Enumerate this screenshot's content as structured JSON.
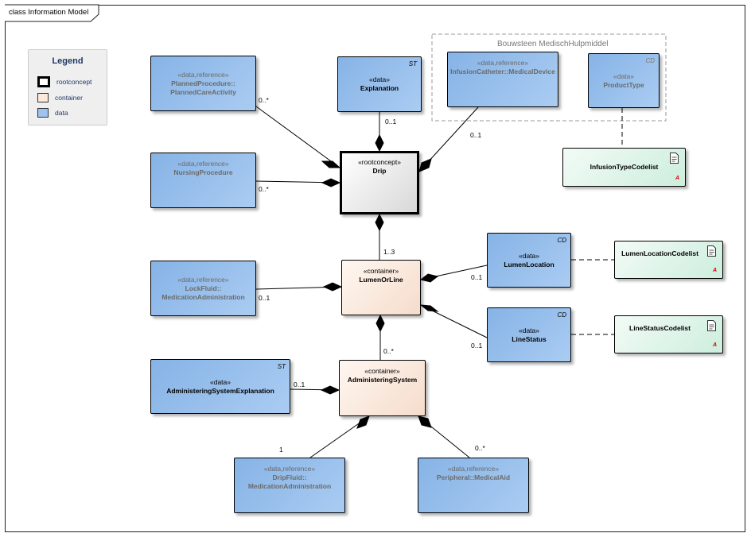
{
  "diagram": {
    "title": "class Information Model",
    "package_title": "Bouwsteen MedischHulpmiddel"
  },
  "legend": {
    "title": "Legend",
    "items": [
      {
        "label": "rootconcept"
      },
      {
        "label": "container"
      },
      {
        "label": "data"
      }
    ]
  },
  "nodes": {
    "planned_procedure": {
      "stereotype": "«data,reference»",
      "name_line1": "PlannedProcedure::",
      "name_line2": "PlannedCareActivity"
    },
    "explanation": {
      "stereotype": "«data»",
      "name": "Explanation",
      "tag": "ST"
    },
    "infusion_catheter": {
      "stereotype": "«data,reference»",
      "name": "InfusionCatheter::MedicalDevice"
    },
    "product_type": {
      "stereotype": "«data»",
      "name": "ProductType",
      "tag": "CD"
    },
    "nursing_procedure": {
      "stereotype": "«data,reference»",
      "name": "NursingProcedure"
    },
    "drip": {
      "stereotype": "«rootconcept»",
      "name": "Drip"
    },
    "infusion_type_codelist": {
      "name": "InfusionTypeCodelist"
    },
    "lock_fluid": {
      "stereotype": "«data,reference»",
      "name_line1": "LockFluid::",
      "name_line2": "MedicationAdministration"
    },
    "lumen_or_line": {
      "stereotype": "«container»",
      "name": "LumenOrLine"
    },
    "lumen_location": {
      "stereotype": "«data»",
      "name": "LumenLocation",
      "tag": "CD"
    },
    "lumen_location_codelist": {
      "name": "LumenLocationCodelist"
    },
    "line_status": {
      "stereotype": "«data»",
      "name": "LineStatus",
      "tag": "CD"
    },
    "line_status_codelist": {
      "name": "LineStatusCodelist"
    },
    "administering_system_explanation": {
      "stereotype": "«data»",
      "name": "AdministeringSystemExplanation",
      "tag": "ST"
    },
    "administering_system": {
      "stereotype": "«container»",
      "name": "AdministeringSystem"
    },
    "drip_fluid": {
      "stereotype": "«data,reference»",
      "name_line1": "DripFluid::",
      "name_line2": "MedicationAdministration"
    },
    "peripheral": {
      "stereotype": "«data,reference»",
      "name": "Peripheral::MedicalAid"
    }
  },
  "multiplicities": {
    "planned_procedure": "0..*",
    "explanation": "0..1",
    "infusion_catheter": "0..1",
    "nursing_procedure": "0..*",
    "lumen_or_line": "1..3",
    "lock_fluid": "0..1",
    "lumen_location": "0..1",
    "line_status": "0..1",
    "administering_system": "0..*",
    "administering_system_explanation": "0..1",
    "drip_fluid": "1",
    "peripheral": "0..*"
  },
  "colors": {
    "data": "#9dc3ee",
    "container": "#fbe9dc",
    "rootconcept": "#ffffff",
    "codelist": "#dff5e9"
  }
}
